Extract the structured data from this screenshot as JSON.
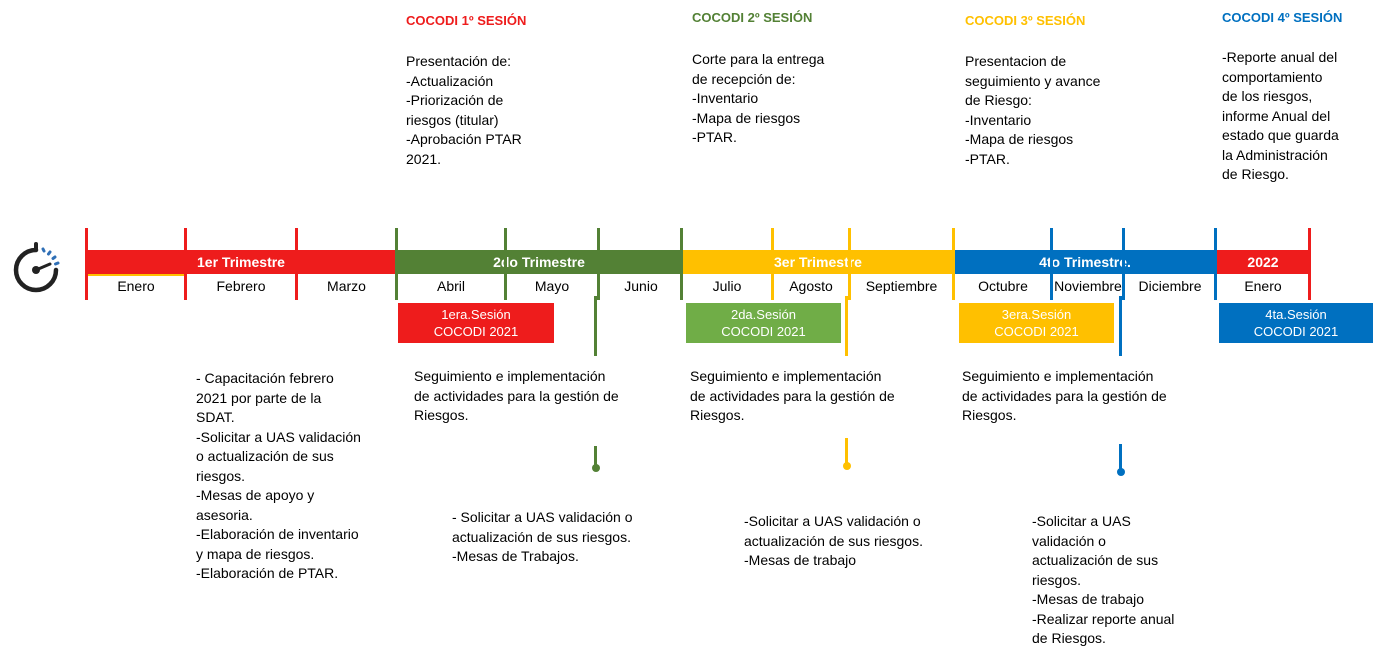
{
  "colors": {
    "red": "#ee1c1c",
    "green": "#538135",
    "light_green": "#70ad47",
    "yellow": "#ffc000",
    "blue": "#0070c0",
    "dark_blue": "#1f4e79"
  },
  "icon": "stopwatch-icon",
  "sessions": [
    {
      "title": "COCODI 1º SESIÓN",
      "color": "#ee1c1c",
      "text": "Presentación de:\n-Actualización\n-Priorización de\nriesgos (titular)\n-Aprobación PTAR\n2021."
    },
    {
      "title": "COCODI 2º SESIÓN",
      "color": "#538135",
      "text": "Corte para la entrega\nde recepción de:\n-Inventario\n-Mapa de riesgos\n-PTAR."
    },
    {
      "title": "COCODI 3º SESIÓN",
      "color": "#ffc000",
      "text": "Presentacion de\nseguimiento y avance\nde Riesgo:\n-Inventario\n-Mapa de riesgos\n-PTAR."
    },
    {
      "title": "COCODI 4º SESIÓN",
      "color": "#0070c0",
      "text": "-Reporte anual del\ncomportamiento\nde los riesgos,\ninforme Anual del\nestado que guarda\nla Administración\nde Riesgo."
    }
  ],
  "quarters": [
    {
      "label": "1er Trimestre"
    },
    {
      "label": "2do Trimestre"
    },
    {
      "label": "3er Trimestre"
    },
    {
      "label": "4to Trimestre."
    },
    {
      "label": "2022"
    }
  ],
  "months": [
    "Enero",
    "Febrero",
    "Marzo",
    "Abril",
    "Mayo",
    "Junio",
    "Julio",
    "Agosto",
    "Septiembre",
    "Octubre",
    "Noviembre",
    "Diciembre",
    "Enero"
  ],
  "session_boxes": [
    {
      "line1": "1era.Sesión",
      "line2": "COCODI 2021"
    },
    {
      "line1": "2da.Sesión",
      "line2": "COCODI 2021"
    },
    {
      "line1": "3era.Sesión",
      "line2": "COCODI 2021"
    },
    {
      "line1": "4ta.Sesión",
      "line2": "COCODI 2021"
    }
  ],
  "activities": {
    "q1": "- Capacitación  febrero\n2021  por parte de la\nSDAT.\n-Solicitar a UAS validación\no actualización de sus\nriesgos.\n-Mesas de apoyo y\nasesoria.\n-Elaboración de inventario\ny mapa de riesgos.\n-Elaboración de PTAR.",
    "follow_up_1": " Seguimiento e implementación\nde actividades para la gestión de\nRiesgos.",
    "follow_up_2": " Seguimiento e implementación\nde actividades para la gestión de\nRiesgos.",
    "follow_up_3": " Seguimiento e implementación\nde actividades para la gestión de\nRiesgos.",
    "lower_1": " - Solicitar a UAS validación o\nactualización de sus riesgos.\n-Mesas de Trabajos.",
    "lower_2": "-Solicitar a UAS validación o\nactualización de sus riesgos.\n-Mesas de trabajo",
    "lower_3": "-Solicitar a UAS\nvalidación o\nactualización de sus\nriesgos.\n-Mesas de trabajo\n-Realizar reporte anual\nde Riesgos."
  }
}
